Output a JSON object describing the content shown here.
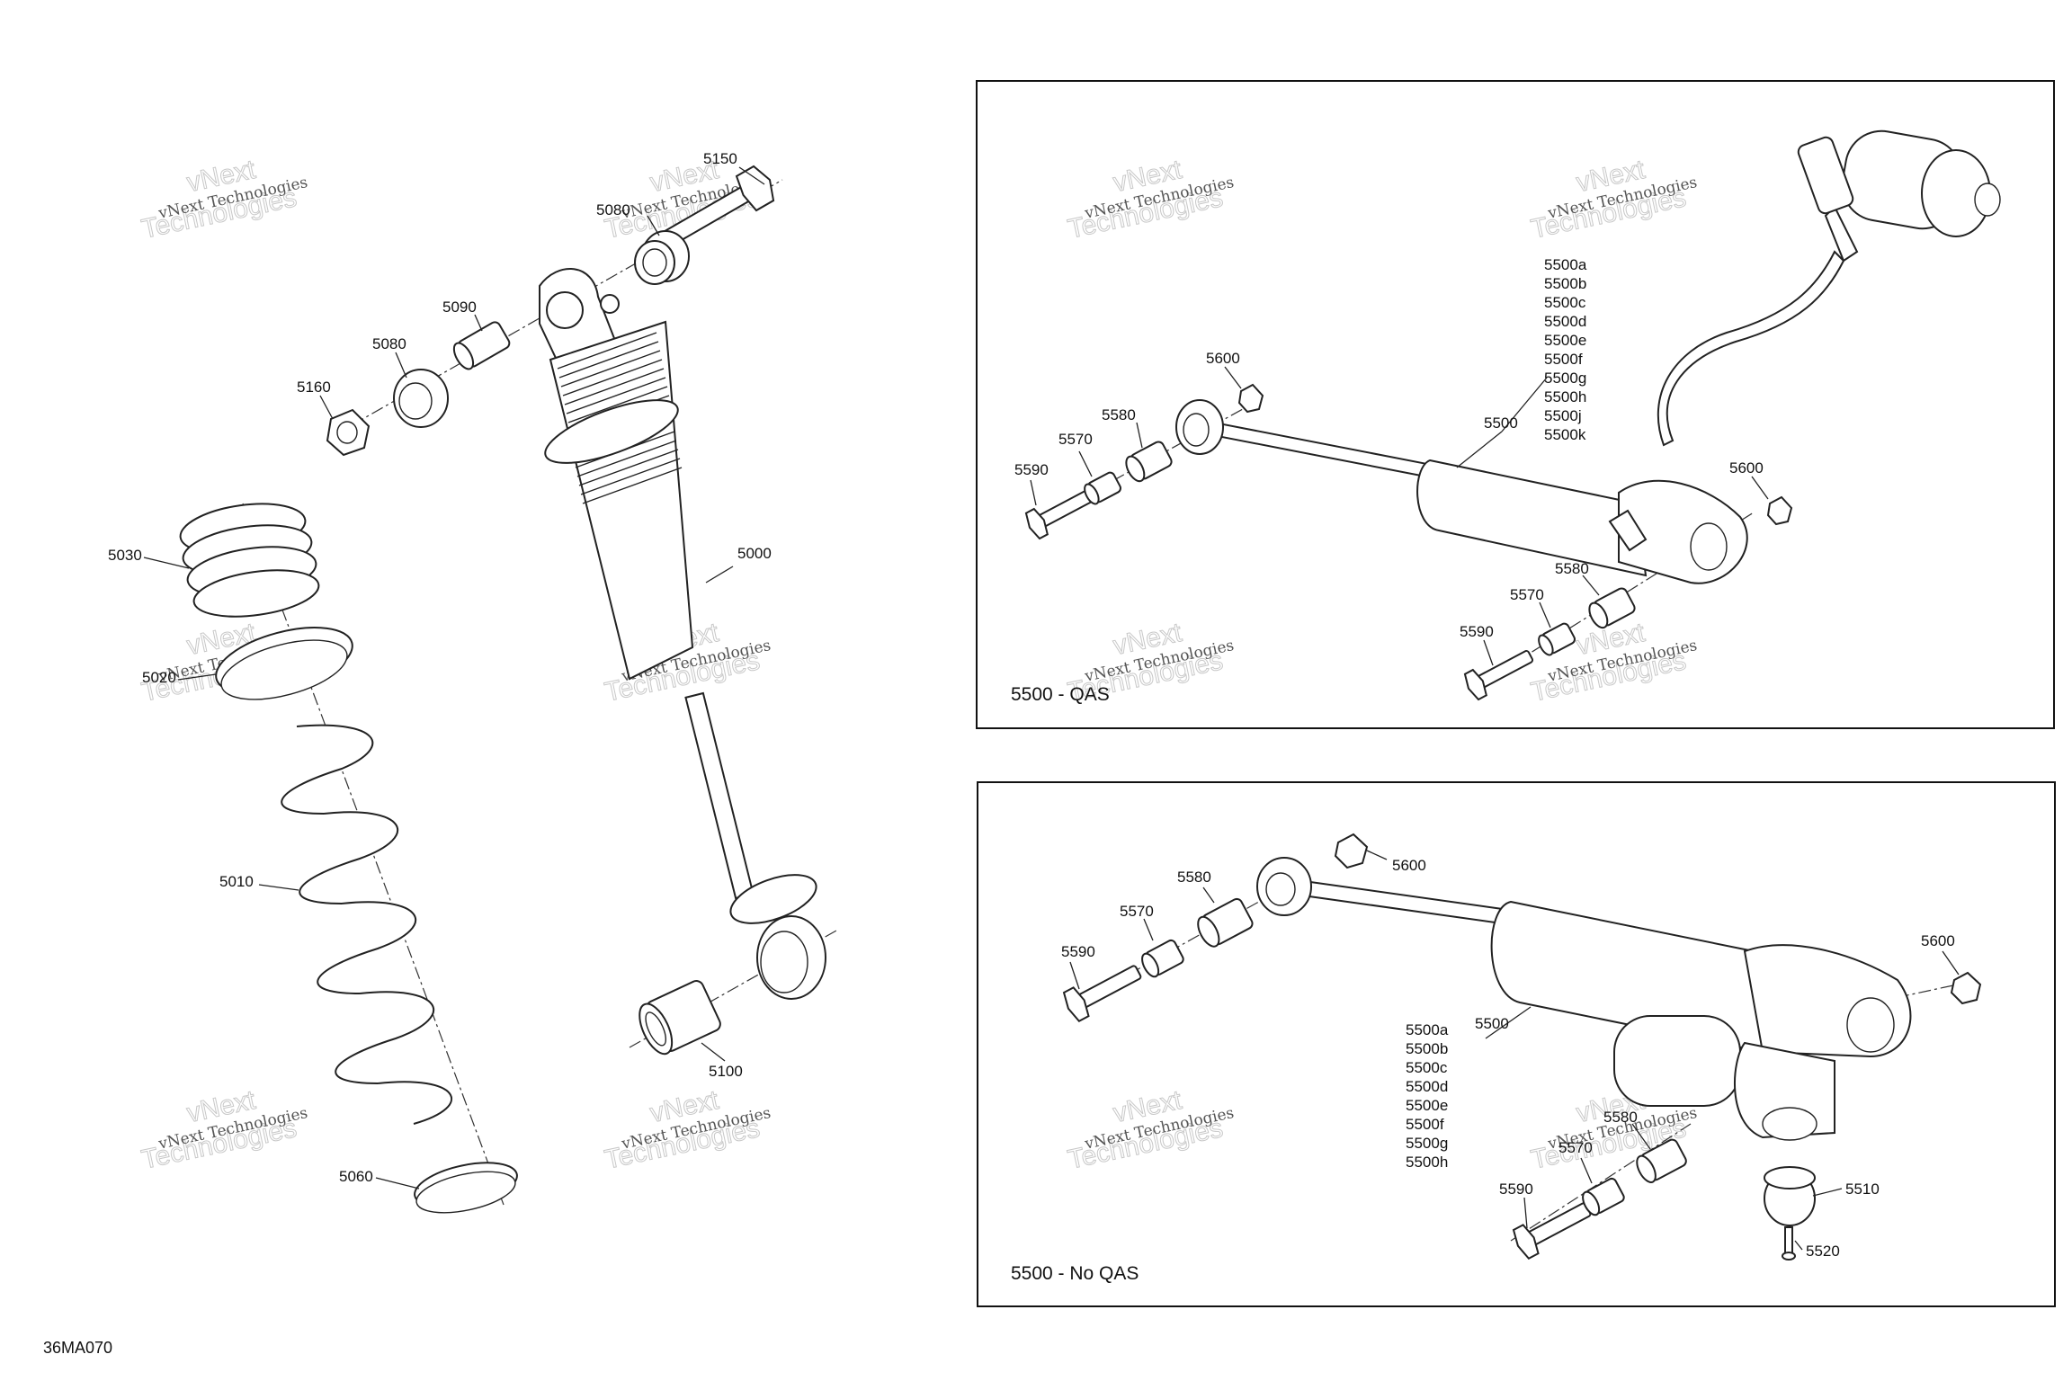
{
  "drawing_code": "36MA070",
  "panels": {
    "qas": {
      "title": "5500 - QAS"
    },
    "no_qas": {
      "title": "5500 - No QAS"
    }
  },
  "watermark": {
    "line1": "vNext Technologies",
    "line2": "Technologies",
    "line3": "vNext"
  },
  "callouts": {
    "main": {
      "p5150": "5150",
      "p5080a": "5080",
      "p5090": "5090",
      "p5080b": "5080",
      "p5160": "5160",
      "p5030": "5030",
      "p5000": "5000",
      "p5020": "5020",
      "p5010": "5010",
      "p5100": "5100",
      "p5060": "5060"
    },
    "qas": {
      "p5600a": "5600",
      "p5580a": "5580",
      "p5570a": "5570",
      "p5590a": "5590",
      "p5500": "5500",
      "p5600b": "5600",
      "p5580b": "5580",
      "p5570b": "5570",
      "p5590b": "5590",
      "variants": [
        "5500a",
        "5500b",
        "5500c",
        "5500d",
        "5500e",
        "5500f",
        "5500g",
        "5500h",
        "5500j",
        "5500k"
      ]
    },
    "no_qas": {
      "p5600a": "5600",
      "p5580a": "5580",
      "p5570a": "5570",
      "p5590a": "5590",
      "p5500": "5500",
      "p5600b": "5600",
      "p5580b": "5580",
      "p5570b": "5570",
      "p5590b": "5590",
      "p5510": "5510",
      "p5520": "5520",
      "variants": [
        "5500a",
        "5500b",
        "5500c",
        "5500d",
        "5500e",
        "5500f",
        "5500g",
        "5500h"
      ]
    }
  }
}
